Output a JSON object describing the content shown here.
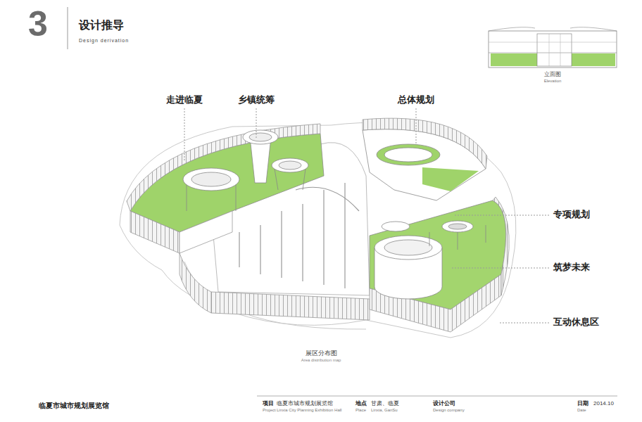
{
  "diagram": {
    "title": "设计推导",
    "labels": [
      "3",
      "Design derivation",
      "立面图",
      "Elevation",
      "走进临夏",
      "乡镇统筹",
      "总体规划",
      "专项规划",
      "筑梦未来",
      "互动休息区",
      "展区分布图",
      "Area distribution map",
      "临夏市城市规划展览馆",
      "项目",
      "Project",
      "临夏市城市规划展览馆",
      "Linxia City Planning Exhibition Hall",
      "地点",
      "Place",
      "甘肃、临夏",
      "Linxia, GanSu",
      "设计公司",
      "Design company",
      "日期",
      "Date",
      "2014.10"
    ]
  }
}
